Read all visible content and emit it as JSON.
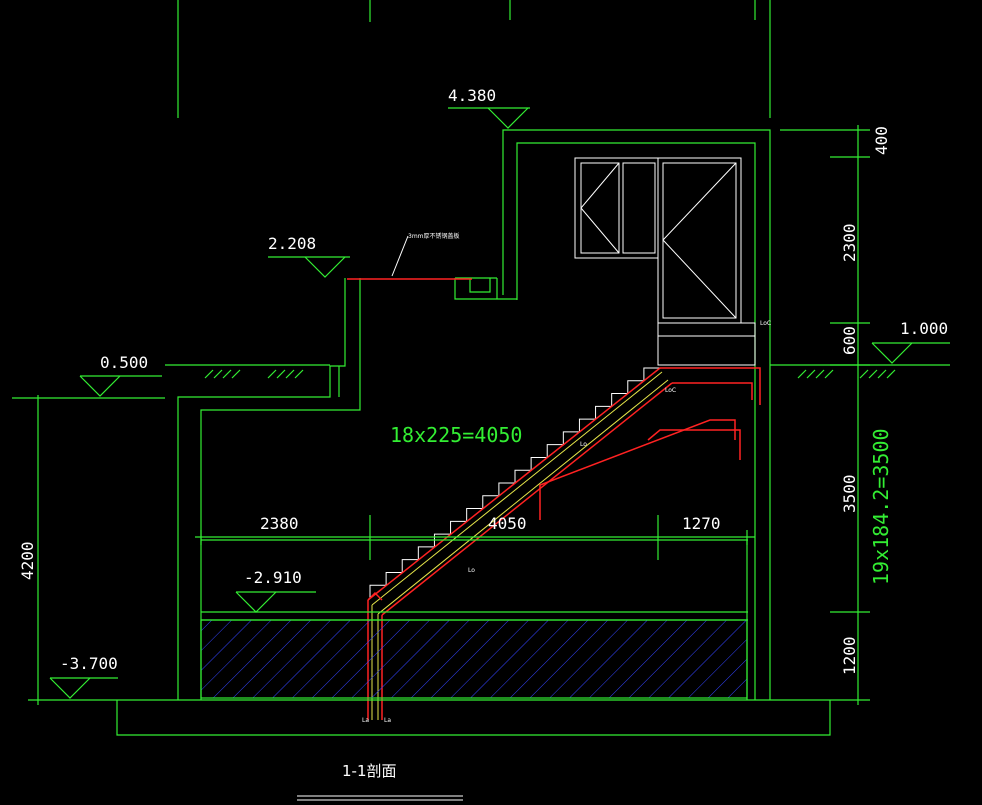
{
  "drawing": {
    "title": "1-1剖面",
    "stair_formula": "18x225=4050",
    "riser_formula": "19x184.2=3500"
  },
  "elevations": [
    "4.380",
    "2.208",
    "0.500",
    "1.000",
    "-2.910",
    "-3.700"
  ],
  "horizontal_dims": [
    "2380",
    "4050",
    "1270"
  ],
  "vertical_dims_right": [
    "400",
    "2300",
    "600",
    "3500",
    "1200"
  ],
  "vertical_dims_left": [
    "4200"
  ],
  "small_notes": {
    "top": "3mm厚不锈钢盖板",
    "l1": "LoC",
    "l2": "LoC",
    "l3": "La",
    "l4": "La",
    "l5": "Lo",
    "l6": "Lo"
  },
  "colors": {
    "background": "#000000",
    "lines": "#33ee33",
    "rebar": "#ff2222",
    "hatch": "#3344ff",
    "text": "#ffffff"
  }
}
